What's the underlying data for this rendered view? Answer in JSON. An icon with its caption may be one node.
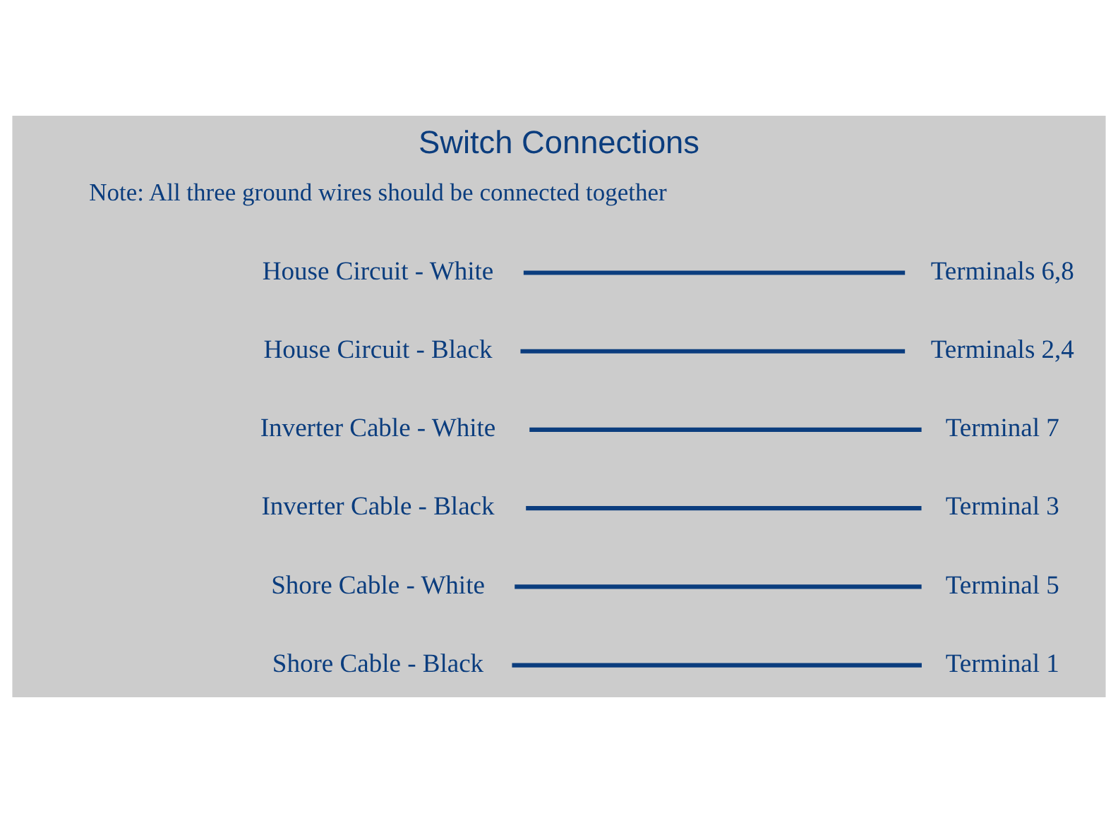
{
  "diagram": {
    "title": "Switch Connections",
    "nodes": [
      {
        "text": [
          "Shore Cable - Black"
        ]
      },
      {
        "text": [
          "Terminal 1"
        ]
      },
      {
        "text": [
          "Shore Cable - White"
        ]
      },
      {
        "text": [
          "Terminal 5"
        ]
      },
      {
        "text": [
          "Inverter Cable - Black"
        ]
      },
      {
        "text": [
          "Terminal 3"
        ]
      },
      {
        "text": [
          "Inverter Cable - White"
        ]
      },
      {
        "text": [
          "Terminal 7"
        ]
      },
      {
        "text": [
          "House Circuit - Black"
        ]
      },
      {
        "text": [
          "Terminals 2,4"
        ]
      },
      {
        "text": [
          "House Circuit - White"
        ]
      },
      {
        "text": [
          "Terminals 6,8"
        ]
      }
    ],
    "edges": [
      {
        "from": 0,
        "to": 1,
        "arrow": "none"
      },
      {
        "from": 2,
        "to": 3,
        "arrow": "none"
      },
      {
        "from": 4,
        "to": 5,
        "arrow": "none"
      },
      {
        "from": 6,
        "to": 7,
        "arrow": "none"
      },
      {
        "from": 8,
        "to": 9,
        "arrow": "none"
      },
      {
        "from": 10,
        "to": 11,
        "arrow": "none"
      }
    ],
    "labels": [
      "Note: All three ground wires should be connected together"
    ]
  }
}
